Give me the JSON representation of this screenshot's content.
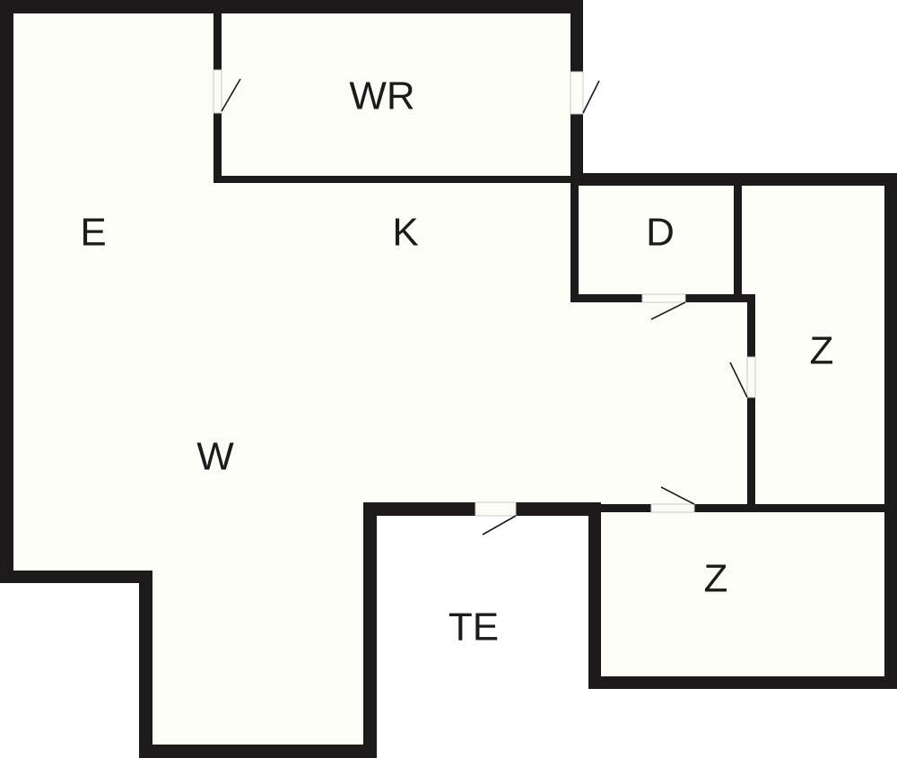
{
  "floorplan": {
    "colors": {
      "wall": "#1c1a1a",
      "floor": "#fdfdf8",
      "background": "#ffffff"
    },
    "rooms": {
      "wr": {
        "label": "WR"
      },
      "k": {
        "label": "K"
      },
      "e": {
        "label": "E"
      },
      "w": {
        "label": "W"
      },
      "d": {
        "label": "D"
      },
      "z_right": {
        "label": "Z"
      },
      "z_bottom": {
        "label": "Z"
      },
      "te": {
        "label": "TE"
      }
    }
  }
}
